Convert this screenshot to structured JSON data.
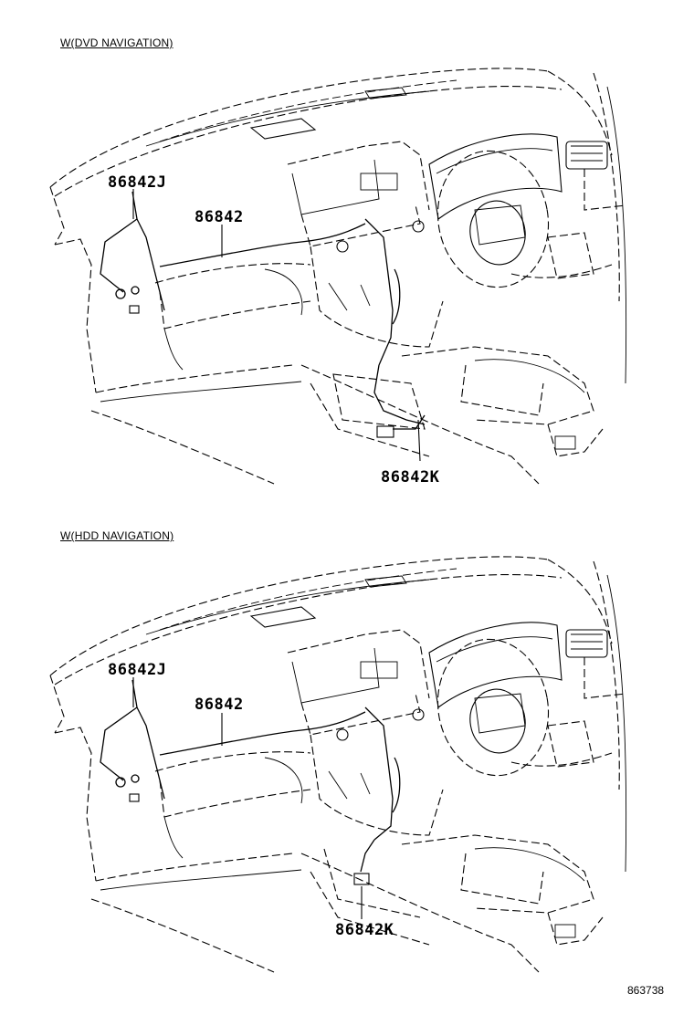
{
  "panels": [
    {
      "caption": "W(DVD NAVIGATION)",
      "labels": {
        "antenna_j": "86842J",
        "cord": "86842",
        "antenna_k": "86842K"
      }
    },
    {
      "caption": "W(HDD NAVIGATION)",
      "labels": {
        "antenna_j": "86842J",
        "cord": "86842",
        "antenna_k": "86842K"
      }
    }
  ],
  "figure_number": "863738"
}
